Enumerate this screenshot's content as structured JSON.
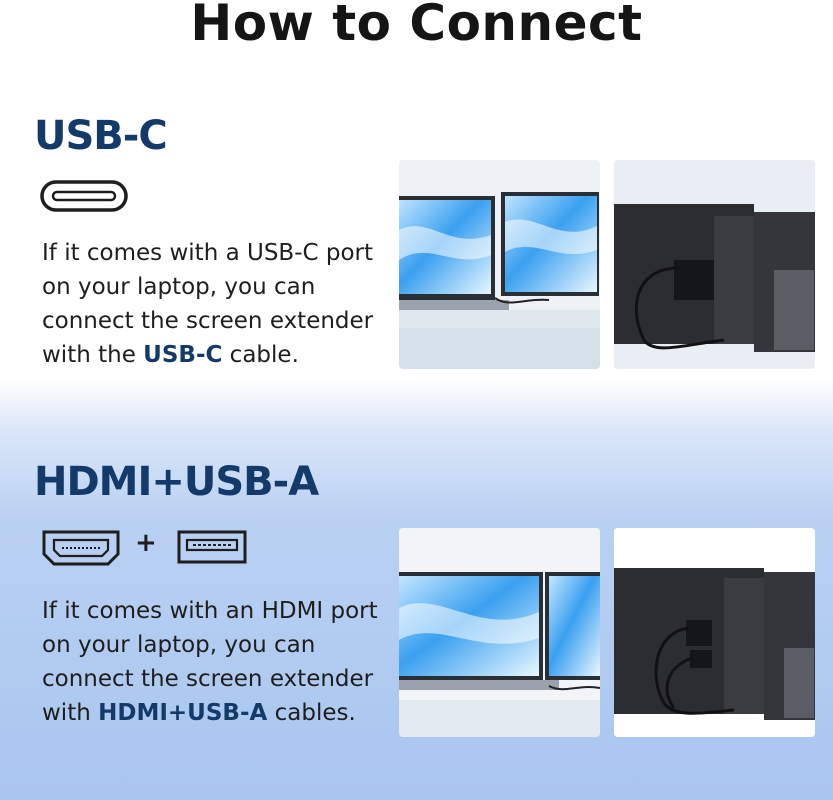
{
  "title": "How to Connect",
  "sections": [
    {
      "heading": "USB-C",
      "icons": [
        "usb-c-port-icon"
      ],
      "text_before": "If it comes with a USB-C port on your laptop, you can connect the screen extender with the ",
      "highlight": "USB-C",
      "text_after": " cable."
    },
    {
      "heading": "HDMI+USB-A",
      "icons": [
        "hdmi-port-icon",
        "usb-a-port-icon"
      ],
      "plus": "+",
      "text_before": "If it comes with an HDMI port on your laptop, you can connect the screen extender with ",
      "highlight": "HDMI+USB-A",
      "text_after": " cables."
    }
  ],
  "colors": {
    "heading": "#133a68",
    "background_bottom": "#a9c6ef"
  }
}
